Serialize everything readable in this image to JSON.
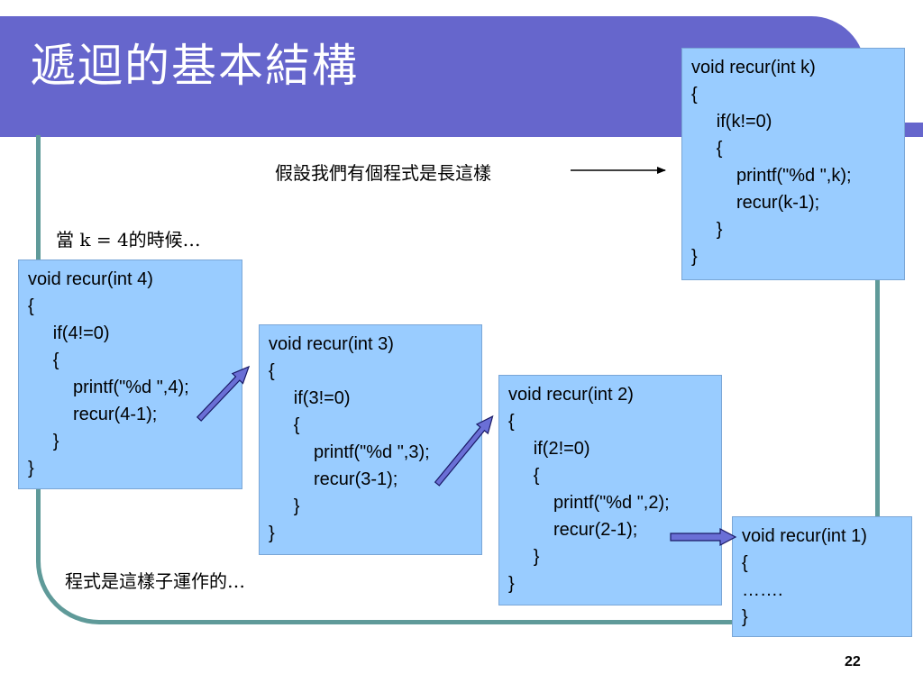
{
  "title": "遞迴的基本結構",
  "notes": {
    "suppose": "假設我們有個程式是長這樣",
    "when_k": "當 k = 4的時候…",
    "works": "程式是這樣子運作的…"
  },
  "code_main": {
    "lines": [
      "void recur(int k)",
      "{",
      "     if(k!=0)",
      "     {",
      "         printf(\"%d \",k);",
      "         recur(k-1);",
      "     }",
      "}"
    ]
  },
  "code_4": {
    "lines": [
      "void recur(int 4)",
      "{",
      "     if(4!=0)",
      "     {",
      "         printf(\"%d \",4);",
      "         recur(4-1);",
      "     }",
      "}"
    ]
  },
  "code_3": {
    "lines": [
      "void recur(int 3)",
      "{",
      "     if(3!=0)",
      "     {",
      "         printf(\"%d \",3);",
      "         recur(3-1);",
      "     }",
      "}"
    ]
  },
  "code_2": {
    "lines": [
      "void recur(int 2)",
      "{",
      "     if(2!=0)",
      "     {",
      "         printf(\"%d \",2);",
      "         recur(2-1);",
      "     }",
      "}"
    ]
  },
  "code_1": {
    "lines": [
      "void recur(int 1)",
      "{",
      "…….",
      "}"
    ]
  },
  "page_number": "22",
  "colors": {
    "title_bar": "#6666cc",
    "frame": "#5f9a99",
    "code_box": "#99ccff",
    "arrow_fill": "#6a6fd6"
  }
}
